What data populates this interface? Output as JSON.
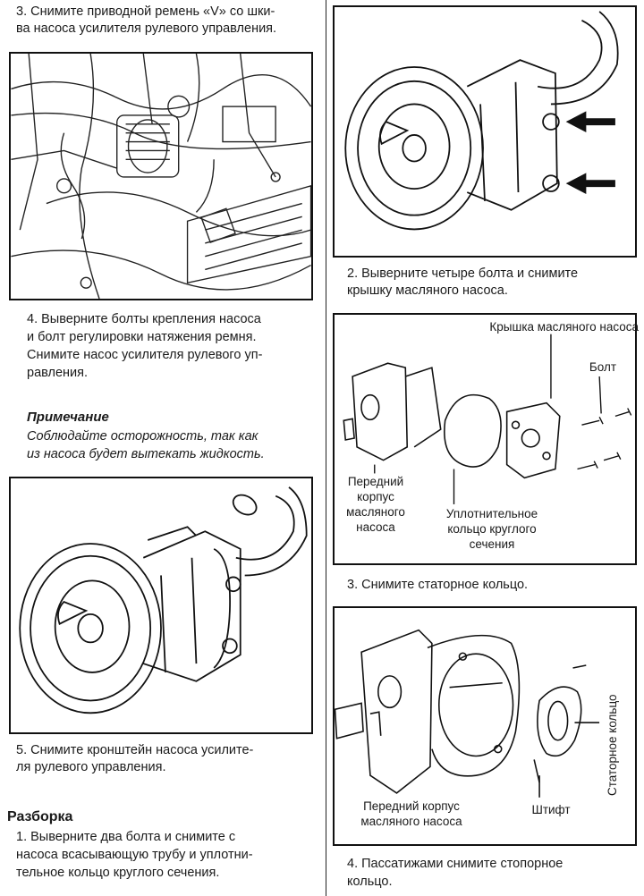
{
  "left": {
    "step3": "3. Снимите приводной ремень «V» со шки-\nва насоса усилителя рулевого управления.",
    "step4": "4. Выверните болты крепления насоса\nи болт регулировки натяжения ремня.\nСнимите насос усилителя рулевого уп-\nравления.",
    "note_title": "Примечание",
    "note_text": "Соблюдайте осторожность, так как\nиз насоса будет вытекать жидкость.",
    "step5": "5. Снимите кронштейн насоса усилите-\nля рулевого управления.",
    "section_heading": "Разборка",
    "disassembly_step1": "1. Выверните два болта и снимите с\nнасоса всасывающую трубу и уплотни-\nтельное кольцо круглого сечения."
  },
  "right": {
    "step2": "2. Выверните четыре болта и снимите\nкрышку масляного насоса.",
    "fig_a_labels": {
      "cover": "Крышка масляного насоса",
      "bolt": "Болт",
      "front_housing": "Передний\nкорпус\nмасляного\nнасоса",
      "oring": "Уплотнительное\nкольцо круглого\nсечения"
    },
    "step3": "3. Снимите статорное кольцо.",
    "fig_b_labels": {
      "front_housing": "Передний корпус\nмасляного насоса",
      "pin": "Штифт",
      "stator_ring": "Статорное кольцо"
    },
    "step4": "4. Пассатижами снимите стопорное\nкольцо."
  }
}
